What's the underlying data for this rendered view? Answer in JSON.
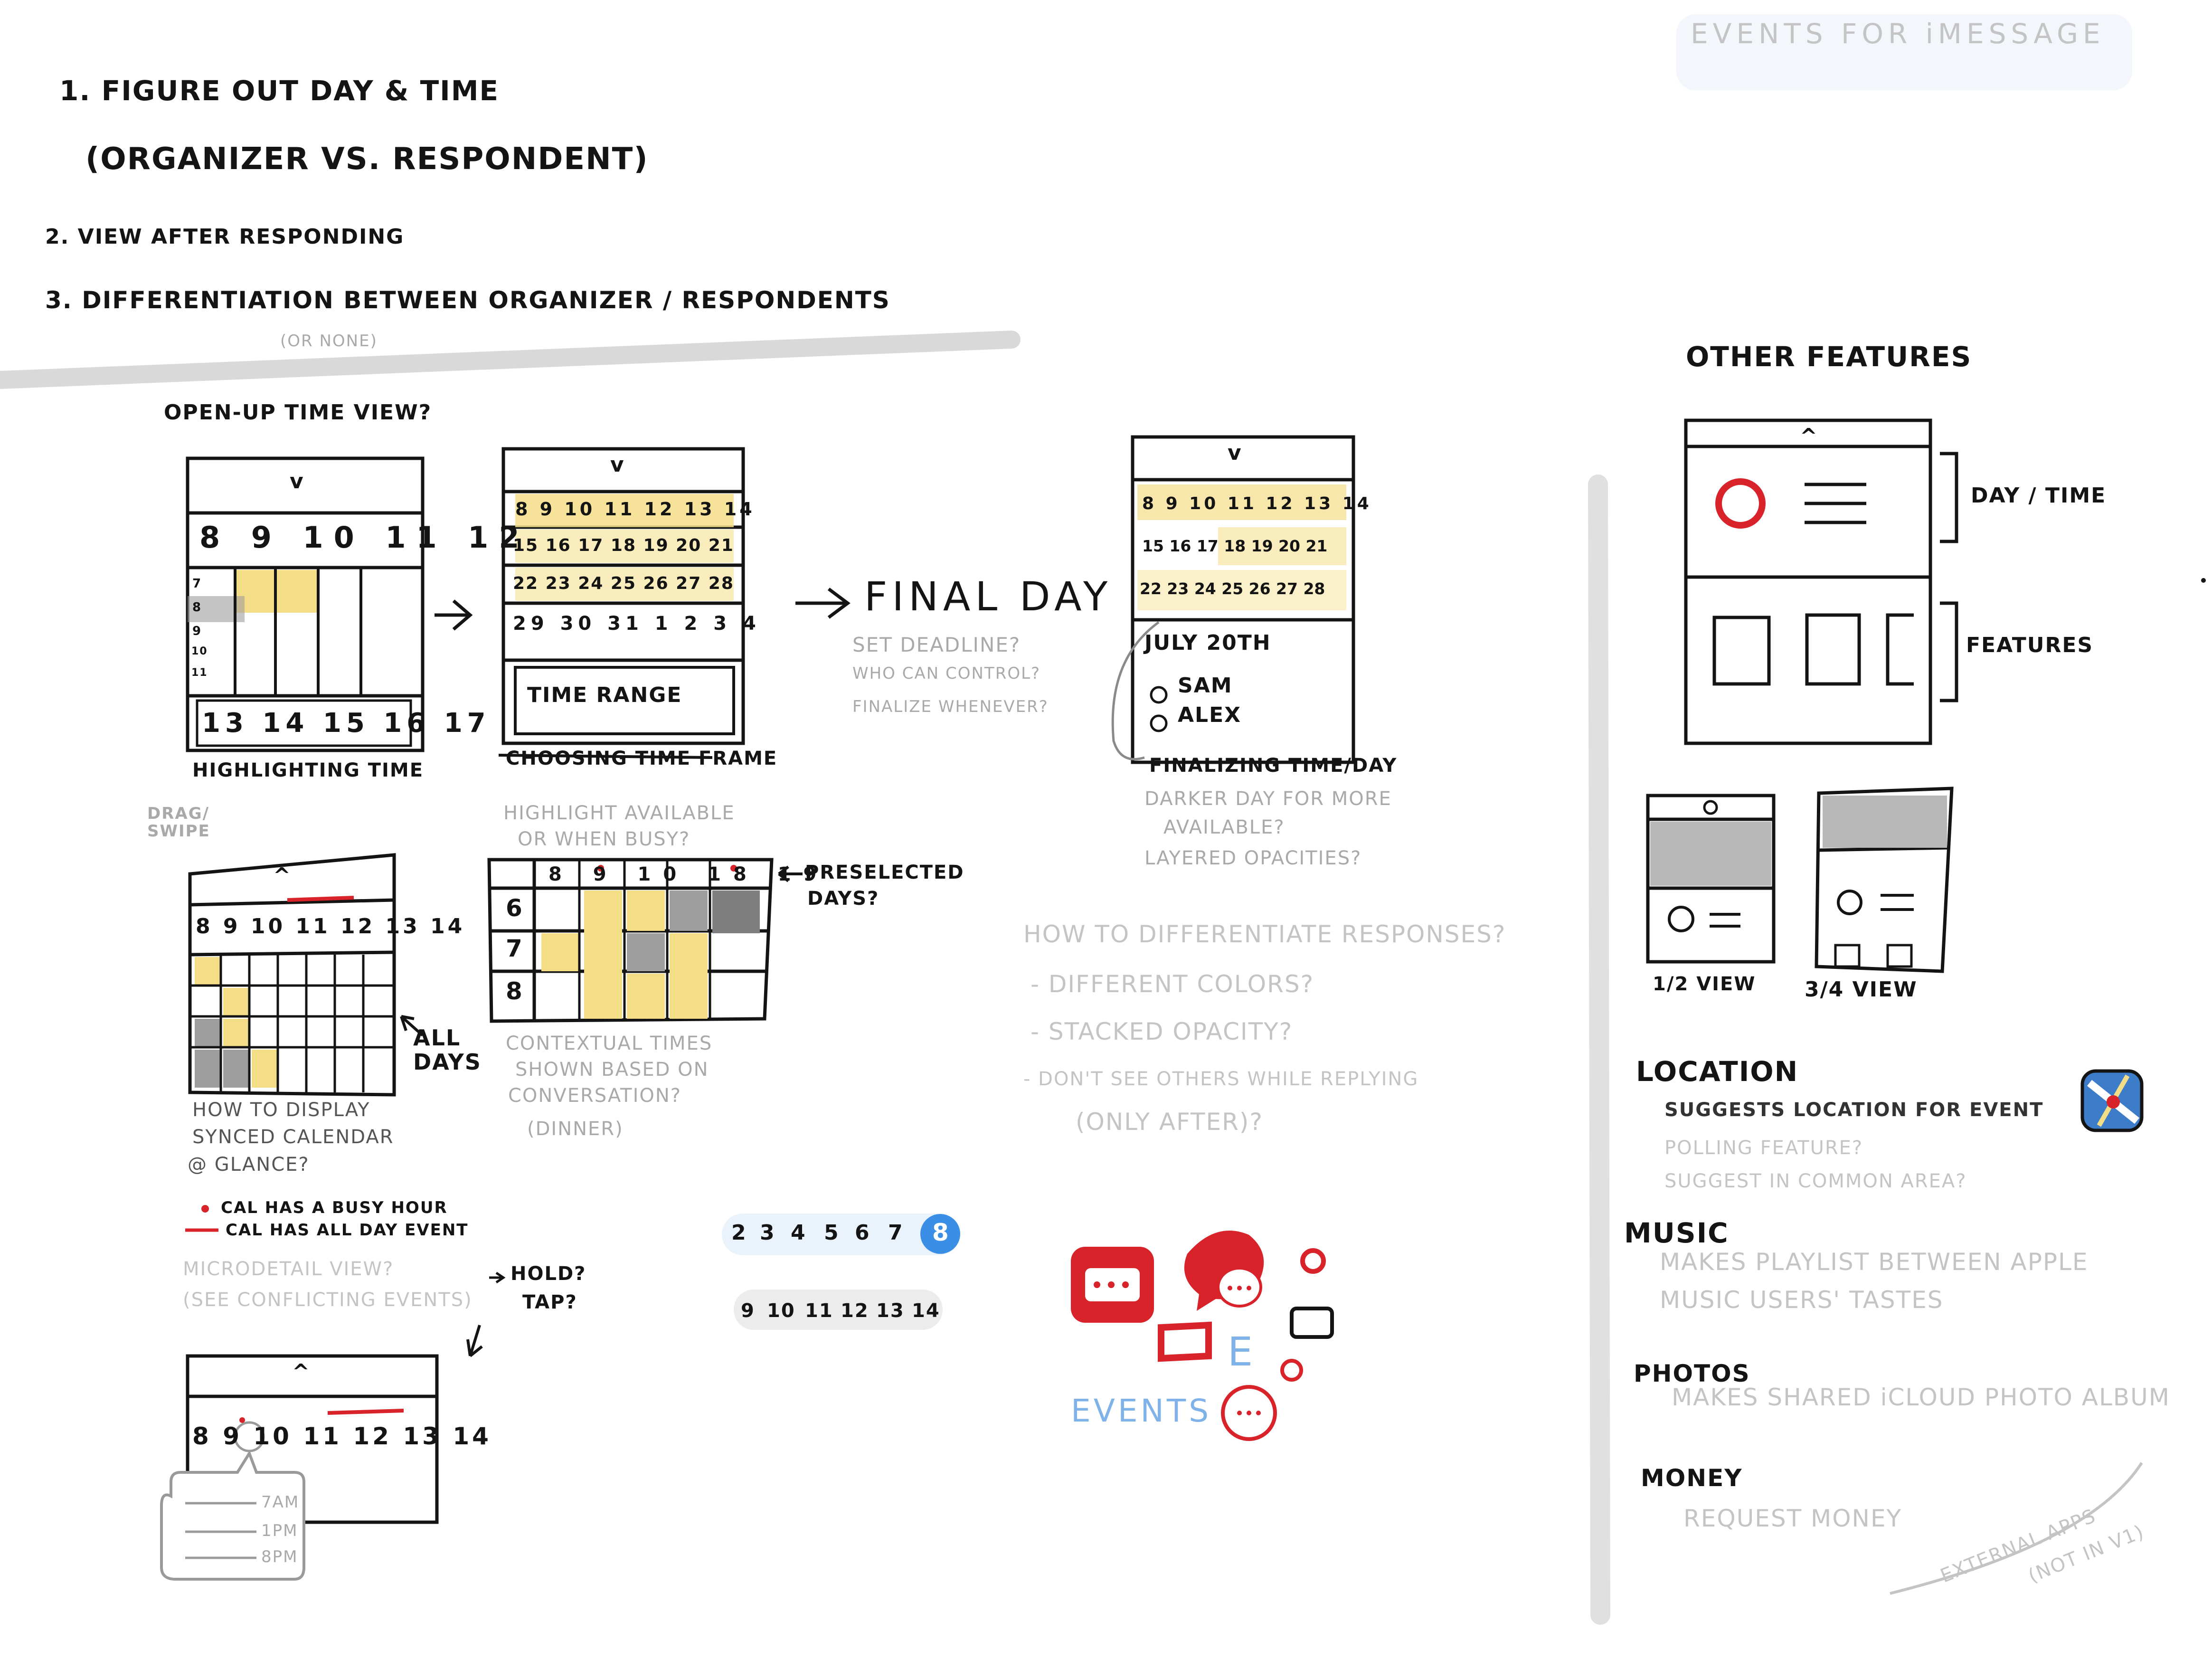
{
  "header": {
    "corner_title": "EVENTS FOR iMESSAGE",
    "item1": "1. FIGURE OUT DAY & TIME",
    "item1_sub": "(ORGANIZER VS. RESPONDENT)",
    "item2": "2. VIEW AFTER RESPONDING",
    "item3": "3. DIFFERENTIATION BETWEEN ORGANIZER / RESPONDENTS",
    "item3_note": "(OR NONE)"
  },
  "flow": {
    "question": "OPEN-UP TIME VIEW?",
    "sketch1": {
      "chevron": "v",
      "hours": "8 9 10 11 12",
      "side": [
        "7",
        "8",
        "9",
        "10",
        "11"
      ],
      "bottom": "13 14 15 16 17",
      "caption": "HIGHLIGHTING TIME",
      "gesture": "DRAG/ SWIPE"
    },
    "sketch2": {
      "chevron": "v",
      "rows": [
        "8 9 10 11 12 13 14",
        "15 16 17 18 19 20 21",
        "22 23 24 25 26 27 28",
        "29 30 31 1 2 3 4"
      ],
      "button": "TIME RANGE",
      "caption": "CHOOSING TIME FRAME"
    },
    "final": {
      "title": "FINAL DAY",
      "questions": [
        "SET DEADLINE?",
        "WHO CAN CONTROL?",
        "FINALIZE WHENEVER?"
      ]
    },
    "sketch3": {
      "chevron": "v",
      "rows": [
        "8 9 10 11 12 13 14",
        "15 16 17 18 19 20 21",
        "22 23 24 25 26 27 28"
      ],
      "date": "JULY 20TH",
      "people": [
        "SAM",
        "ALEX"
      ],
      "caption": "FINALIZING TIME/DAY",
      "questions": [
        "DARKER DAY FOR MORE",
        "AVAILABLE?",
        "LAYERED OPACITIES?"
      ]
    },
    "sketch4": {
      "chevron": "^",
      "hours": "8 9 10 11 12 13 14",
      "side_label": "ALL DAYS",
      "caption": [
        "HOW TO DISPLAY",
        "SYNCED CALENDAR",
        "@ GLANCE?"
      ],
      "legend": [
        "CAL HAS A BUSY HOUR",
        "CAL HAS ALL DAY EVENT"
      ]
    },
    "sketch5": {
      "note": [
        "HIGHLIGHT AVAILABLE",
        "OR WHEN BUSY?"
      ],
      "header": "8 9 10 18 19",
      "rows": [
        "6",
        "7",
        "8"
      ],
      "arrow_label": [
        "PRESELECTED",
        "DAYS?"
      ],
      "caption": [
        "CONTEXTUAL TIMES",
        "SHOWN BASED ON",
        "CONVERSATION?",
        "(DINNER)"
      ]
    },
    "respond": {
      "title": "HOW TO DIFFERENTIATE RESPONSES?",
      "options": [
        "- DIFFERENT COLORS?",
        "- STACKED OPACITY?",
        "- DON'T SEE OTHERS WHILE REPLYING",
        "(ONLY AFTER)?"
      ]
    },
    "micro": {
      "label": [
        "MICRODETAIL VIEW?",
        "(SEE CONFLICTING EVENTS)"
      ],
      "action": [
        "HOLD?",
        "TAP?"
      ],
      "chevron": "^",
      "hours": "8 9 10 11 12 13 14",
      "popover": [
        "7AM",
        "1PM",
        "8PM"
      ]
    },
    "pills": {
      "row1": [
        "2",
        "3",
        "4",
        "5",
        "6",
        "7"
      ],
      "selected": "8",
      "row2": [
        "9",
        "10",
        "11",
        "12",
        "13",
        "14"
      ]
    },
    "logo": {
      "letter": "E",
      "word": "EVENTS"
    }
  },
  "features": {
    "title": "OTHER FEATURES",
    "chevron": "^",
    "label_daytime": "DAY / TIME",
    "label_features": "FEATURES",
    "half_view": "1/2 VIEW",
    "three_quarter_view": "3/4 VIEW",
    "location": {
      "title": "LOCATION",
      "lines": [
        "SUGGESTS LOCATION FOR EVENT",
        "POLLING FEATURE?",
        "SUGGEST IN COMMON AREA?"
      ]
    },
    "music": {
      "title": "MUSIC",
      "lines": [
        "MAKES PLAYLIST BETWEEN APPLE",
        "MUSIC USERS' TASTES"
      ]
    },
    "photos": {
      "title": "PHOTOS",
      "lines": [
        "MAKES SHARED iCLOUD PHOTO ALBUM"
      ]
    },
    "money": {
      "title": "MONEY",
      "lines": [
        "REQUEST MONEY"
      ]
    },
    "external": [
      "EXTERNAL APPS",
      "(NOT IN V1)"
    ]
  },
  "colors": {
    "ink": "#141414",
    "highlight_yellow": "#f4dd87",
    "busy_grey": "#9e9e9e",
    "accent_red": "#d8232a",
    "pill_blue": "#3a8ee6",
    "pencil_grey": "#c9c9c9"
  }
}
